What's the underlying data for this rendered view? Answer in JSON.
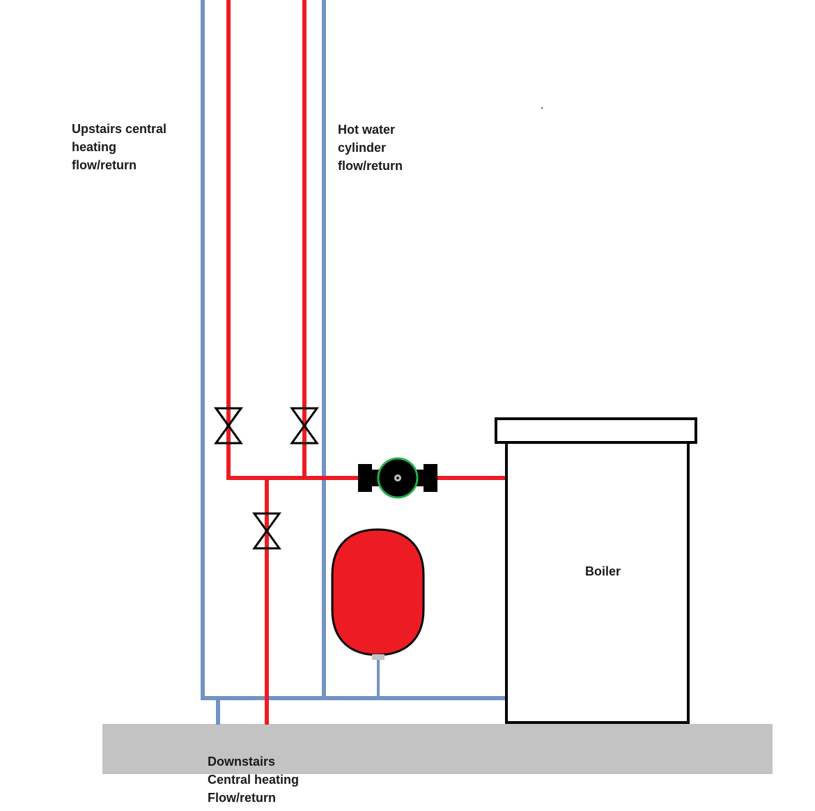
{
  "labels": {
    "upstairs": [
      "Upstairs central",
      "heating",
      "flow/return"
    ],
    "hot_water": [
      "Hot water",
      "cylinder",
      "flow/return"
    ],
    "boiler": "Boiler",
    "downstairs": [
      "Downstairs",
      "Central heating",
      "Flow/return"
    ]
  },
  "colors": {
    "flow": "#ed1c24",
    "return": "#7393c4",
    "floor": "#c3c3c3",
    "pump_ring": "#22b14c",
    "outline": "#000000",
    "vessel_valve": "#c3c3c3"
  },
  "components": {
    "valves": [
      "isolation-valve-upstairs",
      "isolation-valve-hot-water",
      "isolation-valve-downstairs"
    ],
    "pump": "circulating-pump",
    "vessel": "expansion-vessel",
    "boiler": "boiler-unit",
    "floor": "floor-slab"
  }
}
